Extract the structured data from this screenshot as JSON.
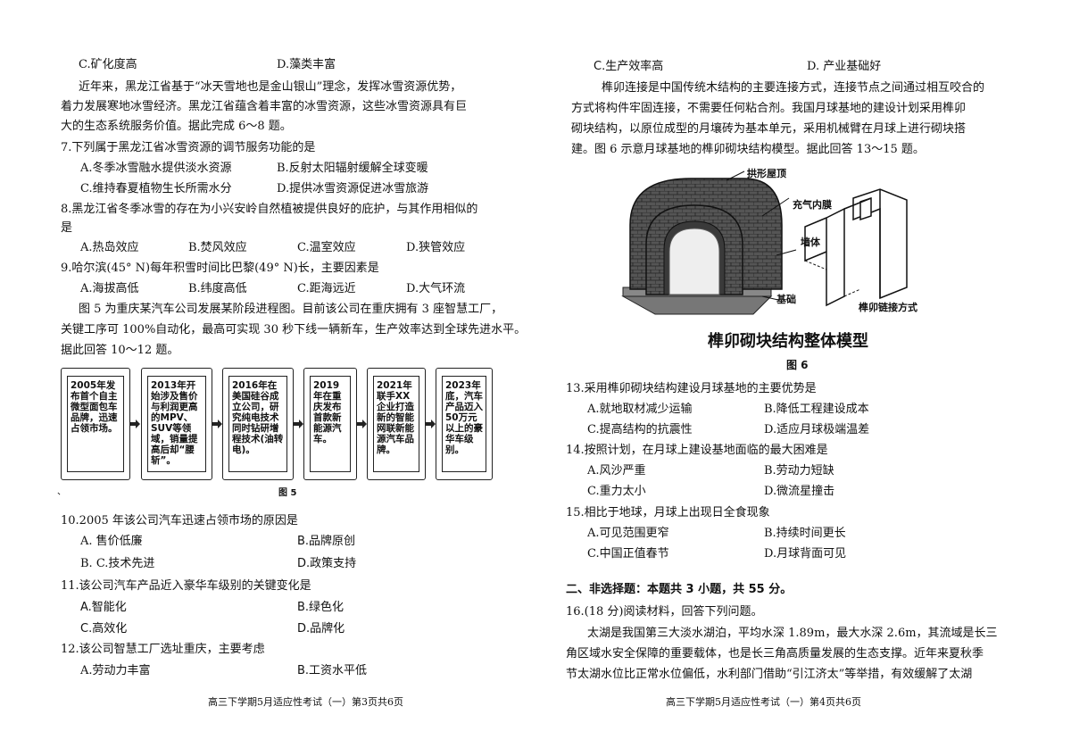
{
  "left": {
    "q6_options": {
      "c": "C.矿化度高",
      "d": "D.藻类丰富"
    },
    "passage_ice": {
      "l1": "近年来，黑龙江省基于“冰天雪地也是金山银山”理念，发挥冰雪资源优势，",
      "l2": "着力发展寒地冰雪经济。黑龙江省蕴含着丰富的冰雪资源，这些冰雪资源具有巨",
      "l3": "大的生态系统服务价值。据此完成 6～8 题。"
    },
    "q7": {
      "stem": "7.下列属于黑龙江省冰雪资源的调节服务功能的是",
      "a": "A.冬季冰雪融水提供淡水资源",
      "b": "B.反射太阳辐射缓解全球变暖",
      "c": "C.维持春夏植物生长所需水分",
      "d": "D.提供冰雪资源促进冰雪旅游"
    },
    "q8": {
      "stem1": "8.黑龙江省冬季冰雪的存在为小兴安岭自然植被提供良好的庇护，与其作用相似的",
      "stem2": "是",
      "a": "A.热岛效应",
      "b": "B.焚风效应",
      "c": "C.温室效应",
      "d": "D.狭管效应"
    },
    "q9": {
      "stem": "9.哈尔滨(45° N)每年积雪时间比巴黎(49° N)长，主要因素是",
      "a": "A.海拔高低",
      "b": "B.纬度高低",
      "c": "C.距海远近",
      "d": "D.大气环流"
    },
    "passage_car": {
      "l1": "图 5 为重庆某汽车公司发展某阶段进程图。目前该公司在重庆拥有 3 座智慧工厂，",
      "l2": "关键工序可 100%自动化，最高可实现 30 秒下线一辆新车，生产效率达到全球先进水平。",
      "l3": "据此回答 10～12 题。"
    },
    "flow": [
      "2005年发布首个自主微型面包车品牌，迅速占领市场。",
      "2013年开始涉及售价与利润更高的MPV、SUV等领域，销量提高后却“腰斩”。",
      "2016年在美国硅谷成立公司，研究纯电技术同时钻研增程技术(油转电)。",
      "2019年在重庆发布首款新能源汽车。",
      "2021年联手XX企业打造新的智能网联新能源汽车品牌。",
      "2023年底，汽车产品迈入50万元以上的豪华车级别。"
    ],
    "fig5_label": "图 5",
    "stray_mark": "、",
    "q10": {
      "stem": "10.2005 年该公司汽车迅速占领市场的原因是",
      "a": "A.    售价低廉",
      "b": "B.品牌原创",
      "c": "B.  C.技术先进",
      "d": "D.政策支持"
    },
    "q11": {
      "stem": "11.该公司汽车产品近入豪华车级别的关键变化是",
      "a": "A.智能化",
      "b": "B.绿色化",
      "c": "C.高效化",
      "d": "D.品牌化"
    },
    "q12": {
      "stem": "12.该公司智慧工厂选址重庆，主要考虑",
      "a": "A.劳动力丰富",
      "b": "B.工资水平低"
    },
    "footer": "高三下学期5月适应性考试（一）第3页共6页"
  },
  "right": {
    "q12_options": {
      "c": "C.生产效率高",
      "d": "D. 产业基础好"
    },
    "passage_moon": {
      "l1": "榫卯连接是中国传统木结构的主要连接方式，连接节点之间通过相互咬合的",
      "l2": "方式将构件牢固连接，不需要任何粘合剂。我国月球基地的建设计划采用榫卯",
      "l3": "砌块结构，以原位成型的月壤砖为基本单元，采用机械臂在月球上进行砌块搭",
      "l4": "建。图 6 示意月球基地的榫卯砌块结构模型。据此回答 13～15 题。"
    },
    "fig6": {
      "label_roof": "拱形屋顶",
      "label_membrane": "充气内膜",
      "label_wall": "墙体",
      "label_base": "基础",
      "label_joint": "榫卯链接方式",
      "title": "榫卯砌块结构整体模型",
      "caption": "图 6"
    },
    "q13": {
      "stem": "13.采用榫卯砌块结构建设月球基地的主要优势是",
      "a": "A.就地取材减少运输",
      "b": "B.降低工程建设成本",
      "c": "C.提高结构的抗震性",
      "d": "D.适应月球极端温差"
    },
    "q14": {
      "stem": "14.按照计划，在月球上建设基地面临的最大困难是",
      "a": "A.风沙严重",
      "b": "B.劳动力短缺",
      "c": "C.重力太小",
      "d": "D.微流星撞击"
    },
    "q15": {
      "stem": "15.相比于地球，月球上出现日全食现象",
      "a": "A.可见范围更窄",
      "b": "B.持续时间更长",
      "c": "C.中国正值春节",
      "d": "D.月球背面可见"
    },
    "section2": "二、非选择题：本题共 3 小题，共 55 分。",
    "q16": {
      "stem": "16.(18 分)阅读材料，回答下列问题。",
      "l1": "太湖是我国第三大淡水湖泊，平均水深 1.89m，最大水深 2.6m，其流域是长三",
      "l2": "角区域水安全保障的重要载体，也是长三角高质量发展的生态支撑。近年来夏秋季",
      "l3": "节太湖水位比正常水位偏低，水利部门借助“引江济太”等举措，有效缓解了太湖"
    },
    "footer": "高三下学期5月适应性考试（一）第4页共6页"
  }
}
